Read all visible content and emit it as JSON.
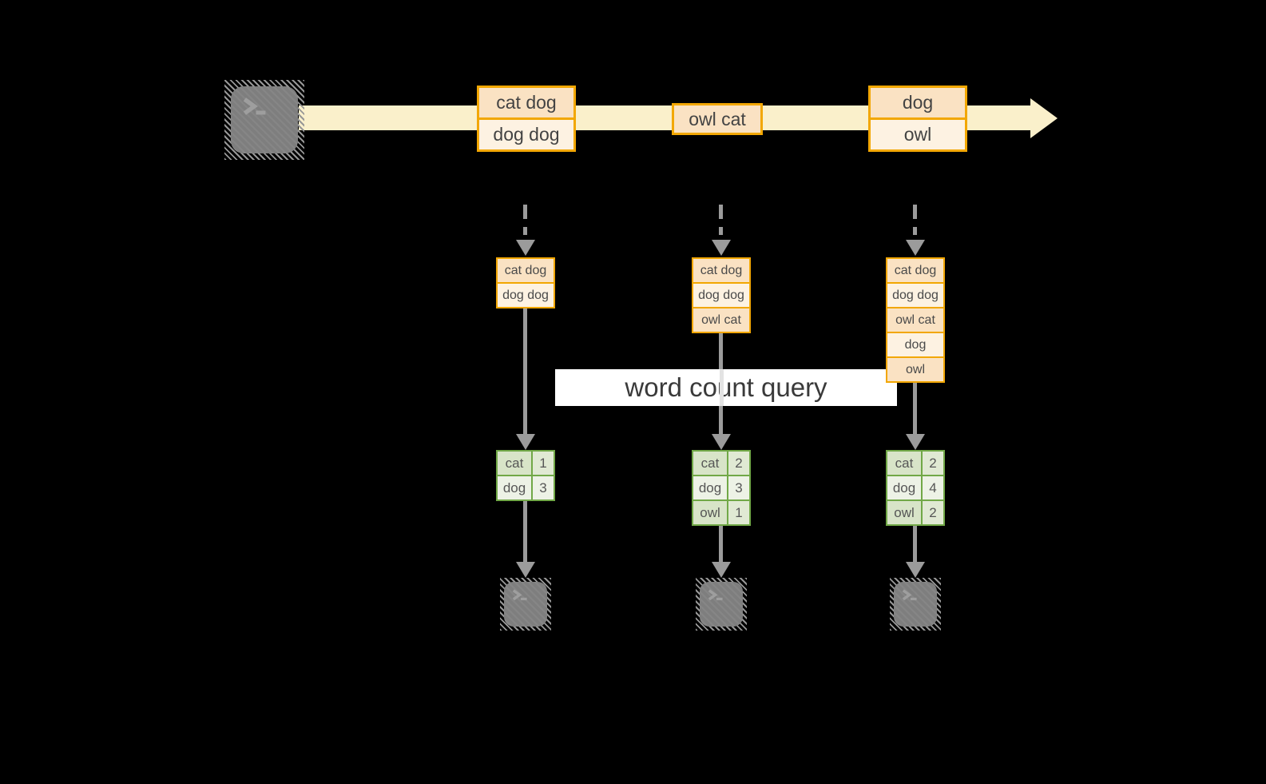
{
  "colors": {
    "background": "#000000",
    "stream_fill": "#FAF0CB",
    "orange_border": "#F2A702",
    "orange_cell_dark": "#FAE2C3",
    "orange_cell_light": "#FDF2E2",
    "green_border": "#71A847",
    "green_cell_dark": "#D8E4C8",
    "green_cell_light": "#EDF2E6",
    "arrow_gray": "#9B9B9B",
    "terminal_gray": "#7E7E7E",
    "banner_white": "#FFFFFF"
  },
  "icons": {
    "producer": "terminal-icon",
    "consumers": [
      "terminal-icon",
      "terminal-icon",
      "terminal-icon"
    ]
  },
  "stream_records": [
    {
      "lines": [
        "cat dog",
        "dog dog"
      ]
    },
    {
      "lines": [
        "owl cat"
      ]
    },
    {
      "lines": [
        "dog",
        "owl"
      ]
    }
  ],
  "partitions": [
    {
      "records": [
        "cat dog",
        "dog dog"
      ]
    },
    {
      "records": [
        "cat dog",
        "dog dog",
        "owl cat"
      ]
    },
    {
      "records": [
        "cat dog",
        "dog dog",
        "owl cat",
        "dog",
        "owl"
      ]
    }
  ],
  "query_banner": {
    "label": "word count query"
  },
  "count_tables": [
    {
      "rows": [
        {
          "word": "cat",
          "count": "1"
        },
        {
          "word": "dog",
          "count": "3"
        }
      ]
    },
    {
      "rows": [
        {
          "word": "cat",
          "count": "2"
        },
        {
          "word": "dog",
          "count": "3"
        },
        {
          "word": "owl",
          "count": "1"
        }
      ]
    },
    {
      "rows": [
        {
          "word": "cat",
          "count": "2"
        },
        {
          "word": "dog",
          "count": "4"
        },
        {
          "word": "owl",
          "count": "2"
        }
      ]
    }
  ]
}
